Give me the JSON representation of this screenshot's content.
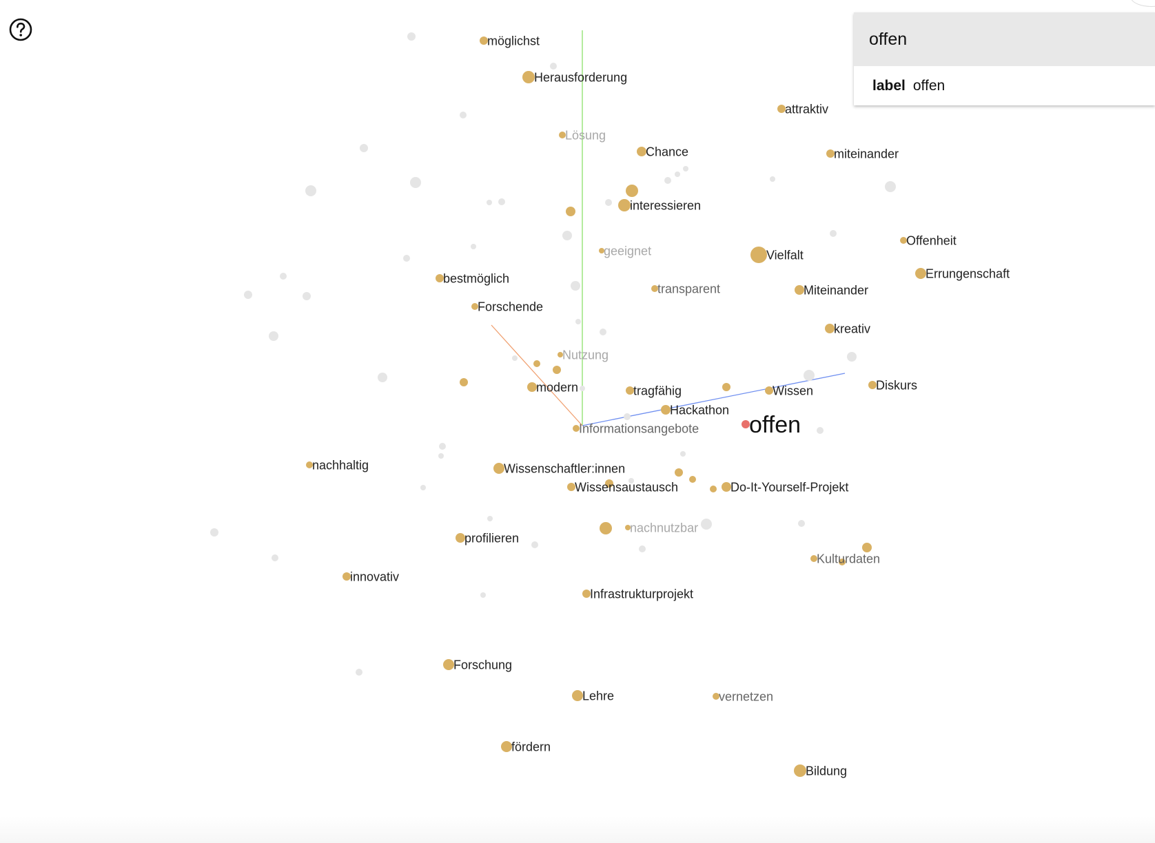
{
  "help": {
    "icon": "help-circle-icon"
  },
  "panel": {
    "title": "offen",
    "field_key": "label",
    "field_value": "offen"
  },
  "colors": {
    "point": "#d9b163",
    "point_faint": "#e5e5e5",
    "selected": "#e8706a",
    "label_dark": "#222222",
    "label_faint": "#a8a8a8",
    "axis_x": "#6f8ff0",
    "axis_y": "#8ce06a",
    "axis_z": "#f0a070"
  },
  "points": [
    {
      "label": "möglichst",
      "style": "dark"
    },
    {
      "label": "Herausforderung",
      "style": "dark"
    },
    {
      "label": "attraktiv",
      "style": "dark"
    },
    {
      "label": "Lösung",
      "style": "faint"
    },
    {
      "label": "Chance",
      "style": "dark"
    },
    {
      "label": "miteinander",
      "style": "dark"
    },
    {
      "label": "interessieren",
      "style": "dark"
    },
    {
      "label": "Offenheit",
      "style": "dark"
    },
    {
      "label": "geeignet",
      "style": "faint"
    },
    {
      "label": "Vielfalt",
      "style": "dark"
    },
    {
      "label": "Errungenschaft",
      "style": "dark"
    },
    {
      "label": "bestmöglich",
      "style": "dark"
    },
    {
      "label": "transparent",
      "style": "mid"
    },
    {
      "label": "Miteinander",
      "style": "dark"
    },
    {
      "label": "Forschende",
      "style": "dark"
    },
    {
      "label": "kreativ",
      "style": "dark"
    },
    {
      "label": "Nutzung",
      "style": "faint"
    },
    {
      "label": "Diskurs",
      "style": "dark"
    },
    {
      "label": "modern",
      "style": "dark"
    },
    {
      "label": "tragfähig",
      "style": "dark"
    },
    {
      "label": "Wissen",
      "style": "dark"
    },
    {
      "label": "Hackathon",
      "style": "dark"
    },
    {
      "label": "offen",
      "style": "selected"
    },
    {
      "label": "Informationsangebote",
      "style": "mid"
    },
    {
      "label": "nachhaltig",
      "style": "dark"
    },
    {
      "label": "Wissenschaftler:innen",
      "style": "dark"
    },
    {
      "label": "Wissensaustausch",
      "style": "dark"
    },
    {
      "label": "Do-It-Yourself-Projekt",
      "style": "dark"
    },
    {
      "label": "nachnutzbar",
      "style": "faint"
    },
    {
      "label": "profilieren",
      "style": "dark"
    },
    {
      "label": "Kulturdaten",
      "style": "mid"
    },
    {
      "label": "innovativ",
      "style": "dark"
    },
    {
      "label": "Infrastrukturprojekt",
      "style": "dark"
    },
    {
      "label": "Forschung",
      "style": "dark"
    },
    {
      "label": "Lehre",
      "style": "dark"
    },
    {
      "label": "vernetzen",
      "style": "mid"
    },
    {
      "label": "fördern",
      "style": "dark"
    },
    {
      "label": "Bildung",
      "style": "dark"
    }
  ]
}
